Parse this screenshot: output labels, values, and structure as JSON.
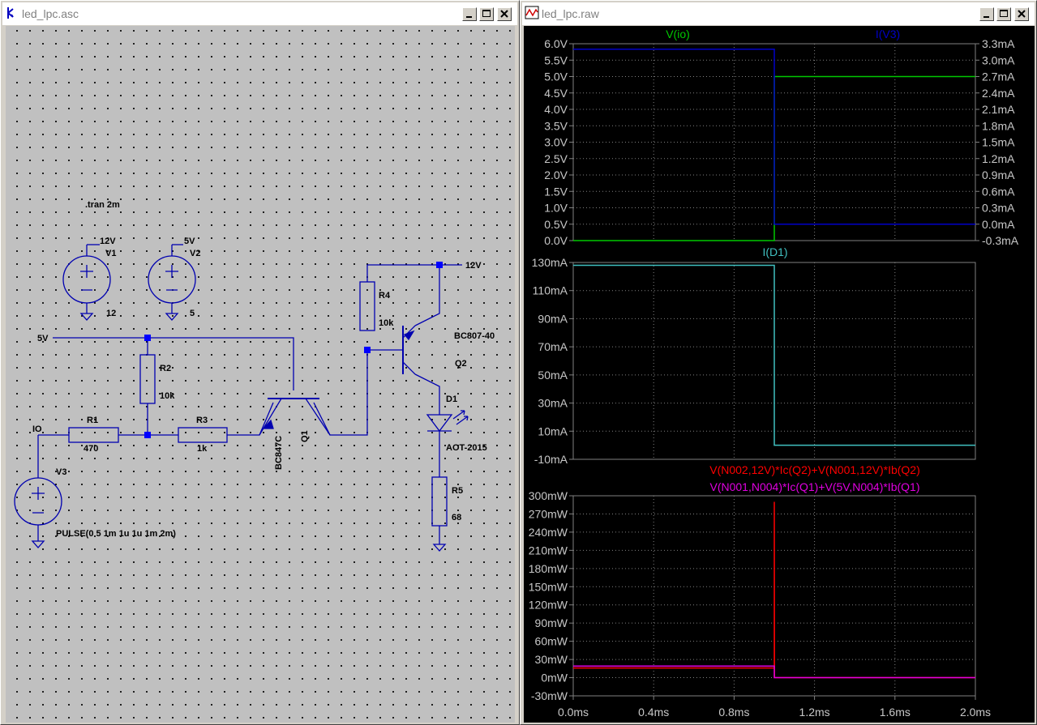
{
  "schematic_window": {
    "title": "led_lpc.asc",
    "icon": "ltspice-schematic-icon"
  },
  "waveform_window": {
    "title": "led_lpc.raw",
    "icon": "waveform-icon"
  },
  "window_buttons": {
    "minimize": "minimize-icon",
    "maximize": "maximize-icon",
    "close": "close-icon"
  },
  "schematic": {
    "directive": ".tran 2m",
    "V1": {
      "name": "V1",
      "value": "12",
      "net": "12V"
    },
    "V2": {
      "name": "V2",
      "value": "5",
      "net": "5V"
    },
    "V3": {
      "name": "V3",
      "value": "PULSE(0 5 1m 1u 1u 1m 2m)",
      "net": "IO"
    },
    "R1": {
      "name": "R1",
      "value": "470"
    },
    "R2": {
      "name": "R2",
      "value": "10k"
    },
    "R3": {
      "name": "R3",
      "value": "1k"
    },
    "R4": {
      "name": "R4",
      "value": "10k"
    },
    "R5": {
      "name": "R5",
      "value": "68"
    },
    "Q1": {
      "name": "Q1",
      "model": "BC847C"
    },
    "Q2": {
      "name": "Q2",
      "model": "BC807-40"
    },
    "D1": {
      "name": "D1",
      "model": "AOT-2015"
    },
    "label_5v": "5V",
    "label_12v": "12V"
  },
  "waveforms": {
    "x_tick_labels": [
      "0.0ms",
      "0.4ms",
      "0.8ms",
      "1.2ms",
      "1.6ms",
      "2.0ms"
    ],
    "pane1": {
      "traces": [
        {
          "name": "V(io)",
          "color": "#00c800"
        },
        {
          "name": "I(V3)",
          "color": "#0000c8"
        }
      ],
      "left_ticks": [
        "6.0V",
        "5.5V",
        "5.0V",
        "4.5V",
        "4.0V",
        "3.5V",
        "3.0V",
        "2.5V",
        "2.0V",
        "1.5V",
        "1.0V",
        "0.5V",
        "0.0V"
      ],
      "right_ticks": [
        "3.3mA",
        "3.0mA",
        "2.7mA",
        "2.4mA",
        "2.1mA",
        "1.8mA",
        "1.5mA",
        "1.2mA",
        "0.9mA",
        "0.6mA",
        "0.3mA",
        "0.0mA",
        "-0.3mA"
      ]
    },
    "pane2": {
      "traces": [
        {
          "name": "I(D1)",
          "color": "#40c0c0"
        }
      ],
      "left_ticks": [
        "130mA",
        "110mA",
        "90mA",
        "70mA",
        "50mA",
        "30mA",
        "10mA",
        "-10mA"
      ]
    },
    "pane3": {
      "traces": [
        {
          "name": "V(N002,12V)*Ic(Q2)+V(N001,12V)*Ib(Q2)",
          "color": "#ff0000"
        },
        {
          "name": "V(N001,N004)*Ic(Q1)+V(5V,N004)*Ib(Q1)",
          "color": "#e000e0"
        }
      ],
      "left_ticks": [
        "300mW",
        "270mW",
        "240mW",
        "210mW",
        "180mW",
        "150mW",
        "120mW",
        "90mW",
        "60mW",
        "30mW",
        "0mW",
        "-30mW"
      ]
    }
  },
  "chart_data": [
    {
      "type": "line",
      "x_unit": "ms",
      "xlim": [
        0,
        2
      ],
      "left_axis": {
        "unit": "V",
        "ylim": [
          0,
          6
        ]
      },
      "right_axis": {
        "unit": "mA",
        "ylim": [
          -0.3,
          3.3
        ]
      },
      "series": [
        {
          "name": "V(io)",
          "axis": "left",
          "points": [
            [
              0,
              0
            ],
            [
              1,
              0
            ],
            [
              1,
              5
            ],
            [
              2,
              5
            ]
          ]
        },
        {
          "name": "I(V3)",
          "axis": "right",
          "points": [
            [
              0,
              3.2
            ],
            [
              1,
              3.2
            ],
            [
              1,
              0
            ],
            [
              2,
              0
            ]
          ]
        }
      ]
    },
    {
      "type": "line",
      "x_unit": "ms",
      "xlim": [
        0,
        2
      ],
      "left_axis": {
        "unit": "mA",
        "ylim": [
          -10,
          130
        ]
      },
      "series": [
        {
          "name": "I(D1)",
          "axis": "left",
          "points": [
            [
              0,
              128
            ],
            [
              1,
              128
            ],
            [
              1,
              0
            ],
            [
              2,
              0
            ]
          ]
        }
      ]
    },
    {
      "type": "line",
      "x_unit": "ms",
      "xlim": [
        0,
        2
      ],
      "left_axis": {
        "unit": "mW",
        "ylim": [
          -30,
          300
        ]
      },
      "series": [
        {
          "name": "V(N002,12V)*Ic(Q2)+V(N001,12V)*Ib(Q2)",
          "axis": "left",
          "points": [
            [
              0,
              16
            ],
            [
              1,
              16
            ],
            [
              1,
              290
            ],
            [
              1.001,
              0
            ],
            [
              2,
              0
            ]
          ]
        },
        {
          "name": "V(N001,N004)*Ic(Q1)+V(5V,N004)*Ib(Q1)",
          "axis": "left",
          "points": [
            [
              0,
              19
            ],
            [
              1,
              19
            ],
            [
              1,
              0
            ],
            [
              2,
              0
            ]
          ]
        }
      ]
    }
  ]
}
